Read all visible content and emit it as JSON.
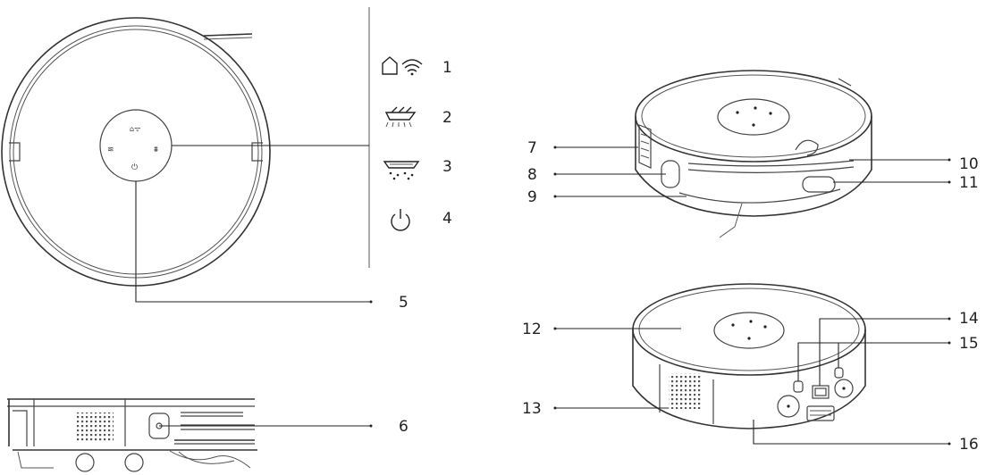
{
  "callouts": [
    "1",
    "2",
    "3",
    "4",
    "5",
    "6",
    "7",
    "8",
    "9",
    "10",
    "11",
    "12",
    "13",
    "14",
    "15",
    "16"
  ],
  "icons": [
    "home-icon",
    "wifi-icon",
    "main-brush-icon",
    "mop-icon",
    "power-icon"
  ],
  "colors": {
    "line": "#222222",
    "background": "#ffffff"
  }
}
